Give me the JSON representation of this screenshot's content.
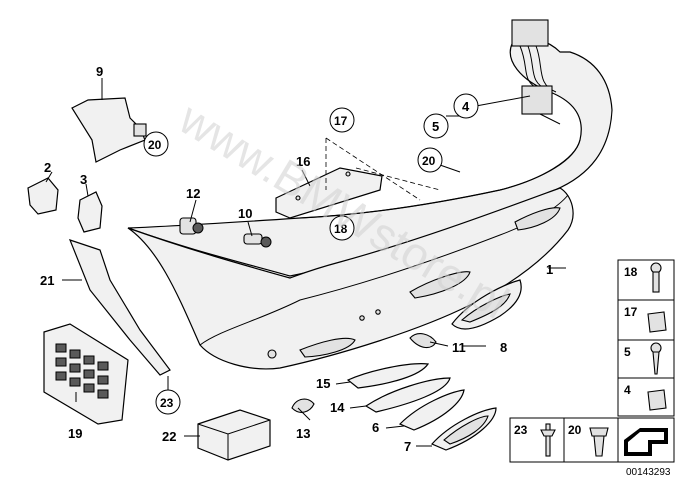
{
  "diagram": {
    "watermark": "www.BMWstore.pl",
    "image_code": "00143293",
    "callouts": {
      "c1": "1",
      "c2": "2",
      "c3": "3",
      "c4": "4",
      "c5": "5",
      "c6": "6",
      "c7": "7",
      "c8": "8",
      "c9": "9",
      "c10": "10",
      "c11": "11",
      "c12": "12",
      "c13": "13",
      "c14": "14",
      "c15": "15",
      "c16": "16",
      "c17": "17",
      "c18": "18",
      "c19": "19",
      "c20a": "20",
      "c20b": "20",
      "c21": "21",
      "c22": "22",
      "c23": "23"
    },
    "legend": {
      "r18": "18",
      "r17": "17",
      "r5": "5",
      "r4": "4",
      "b23": "23",
      "b20": "20"
    }
  }
}
